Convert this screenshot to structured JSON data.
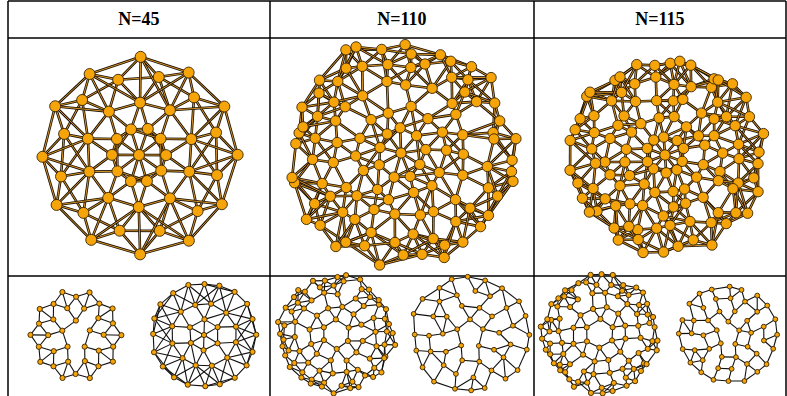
{
  "diagram": {
    "labels": [
      "N=45",
      "N=110",
      "N=115"
    ]
  }
}
